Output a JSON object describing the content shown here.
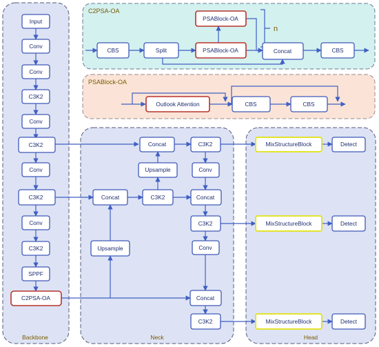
{
  "regions": {
    "backbone": "Backbone",
    "neck": "Neck",
    "head": "Head",
    "c2psa": "C2PSA-OA",
    "psablock": "PSABlock-OA"
  },
  "nodes": {
    "input": "Input",
    "conv": "Conv",
    "c3k2": "C3K2",
    "sppf": "SPPF",
    "c2psa_oa": "C2PSA-OA",
    "concat": "Concat",
    "upsample": "Upsample",
    "mix": "MixStructureBlock",
    "detect": "Detect",
    "cbs": "CBS",
    "split": "Split",
    "psablock_oa": "PSABlock-OA",
    "outlook": "Outlook Attention"
  },
  "repeat_label": "n"
}
